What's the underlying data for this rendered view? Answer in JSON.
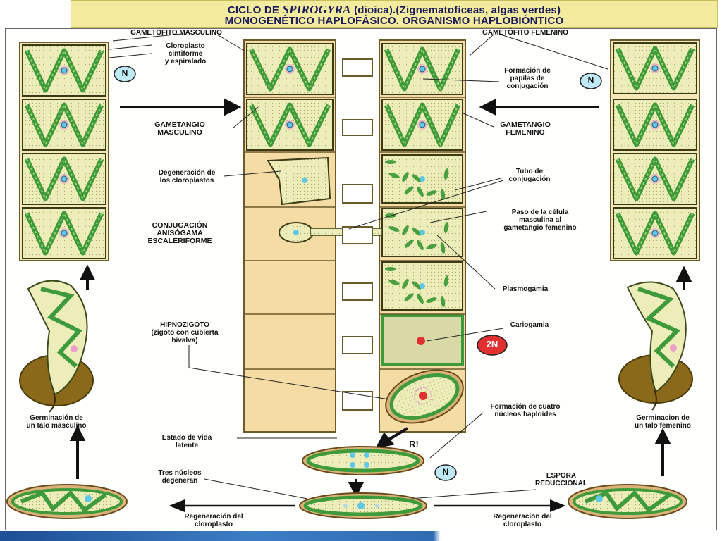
{
  "title": {
    "line1_prefix": "CICLO DE",
    "line1_genus": "SPIROGYRA",
    "line1_suffix": "(dioica).(Zignematofíceas, algas verdes)",
    "line2": "MONOGENÉTICO HAPLOFÁSICO. ORGANISMO HAPLOBIÓNTICO"
  },
  "labels": {
    "gametofito_masculino": "GAMETÓFITO MASCULINO",
    "gametofito_femenino": "GAMETÓFITO FEMENINO",
    "cloroplasto": "Cloroplasto\ncintiforme\ny espiralado",
    "papilas": "Formación de\npapilas de\nconjugación",
    "gametangio_masculino": "GAMETANGIO\nMASCULINO",
    "gametangio_femenino": "GAMETANGIO\nFEMENINO",
    "degeneracion": "Degeneración de\nlos cloroplastos",
    "tubo": "Tubo de\nconjugación",
    "paso": "Paso de la célula\nmasculina al\ngametangio femenino",
    "conjugacion": "CONJUGACIÓN\nANISÓGAMA\nESCALERIFORME",
    "plasmogamia": "Plasmogamia",
    "hipnozigoto": "HIPNOZIGOTO\n(zigoto con cubierta\nbivalva)",
    "cariogamia": "Cariogamia",
    "germ_masc": "Germinación de\nun talo masculino",
    "germ_fem": "Germinacion de\nun talo femenino",
    "cuatro_nucleos": "Formación de cuatro\nnúcleos haploides",
    "estado_latente": "Estado de vida\nlatente",
    "r": "R!",
    "tres_nucleos": "Tres núcleos\ndegeneran",
    "espora": "ESPORA\nREDUCCIONAL",
    "regen_left": "Regeneración del\ncloroplasto",
    "regen_right": "Regeneración del\ncloroplasto",
    "n_badge": "N",
    "two_n_badge": "2N"
  },
  "colors": {
    "cell_fill": "#ecedb8",
    "chloroplast": "#3e9a3a",
    "chloroplast_light": "#8cc85a",
    "wall": "#6b5a2a",
    "tan": "#f5dca5",
    "nucleus": "#5fc8e8",
    "badge_n": "#bfe9f5",
    "badge_2n": "#e03030",
    "soil": "#8a6a1a"
  }
}
